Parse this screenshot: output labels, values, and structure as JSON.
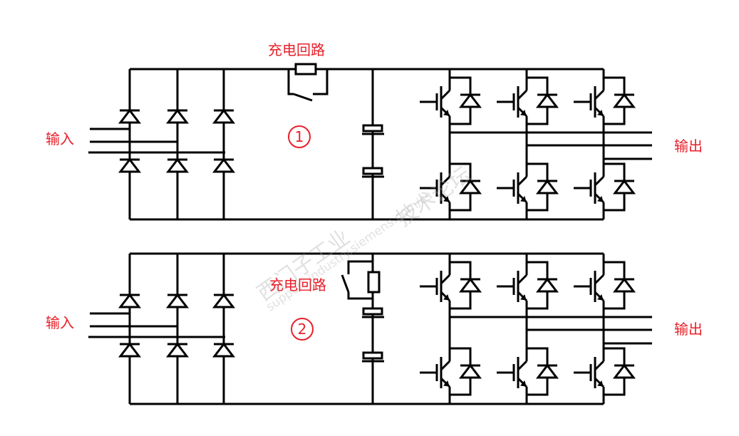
{
  "circuits": [
    {
      "id": 1,
      "charge_label": "充电回路",
      "number": "1",
      "input_label": "输入",
      "output_label": "输出",
      "charge_variant": "series-resistor-with-bypass-switch-on-dc-bus"
    },
    {
      "id": 2,
      "charge_label": "充电回路",
      "number": "2",
      "input_label": "输入",
      "output_label": "输出",
      "charge_variant": "resistor-with-bypass-switch-in-capacitor-branch"
    }
  ],
  "watermark": {
    "cn": "西门子工业",
    "cn2": "技术论坛",
    "url": "support.industry.siemens.com/cs"
  },
  "colors": {
    "wire": "#000000",
    "label": "#e8202a"
  }
}
